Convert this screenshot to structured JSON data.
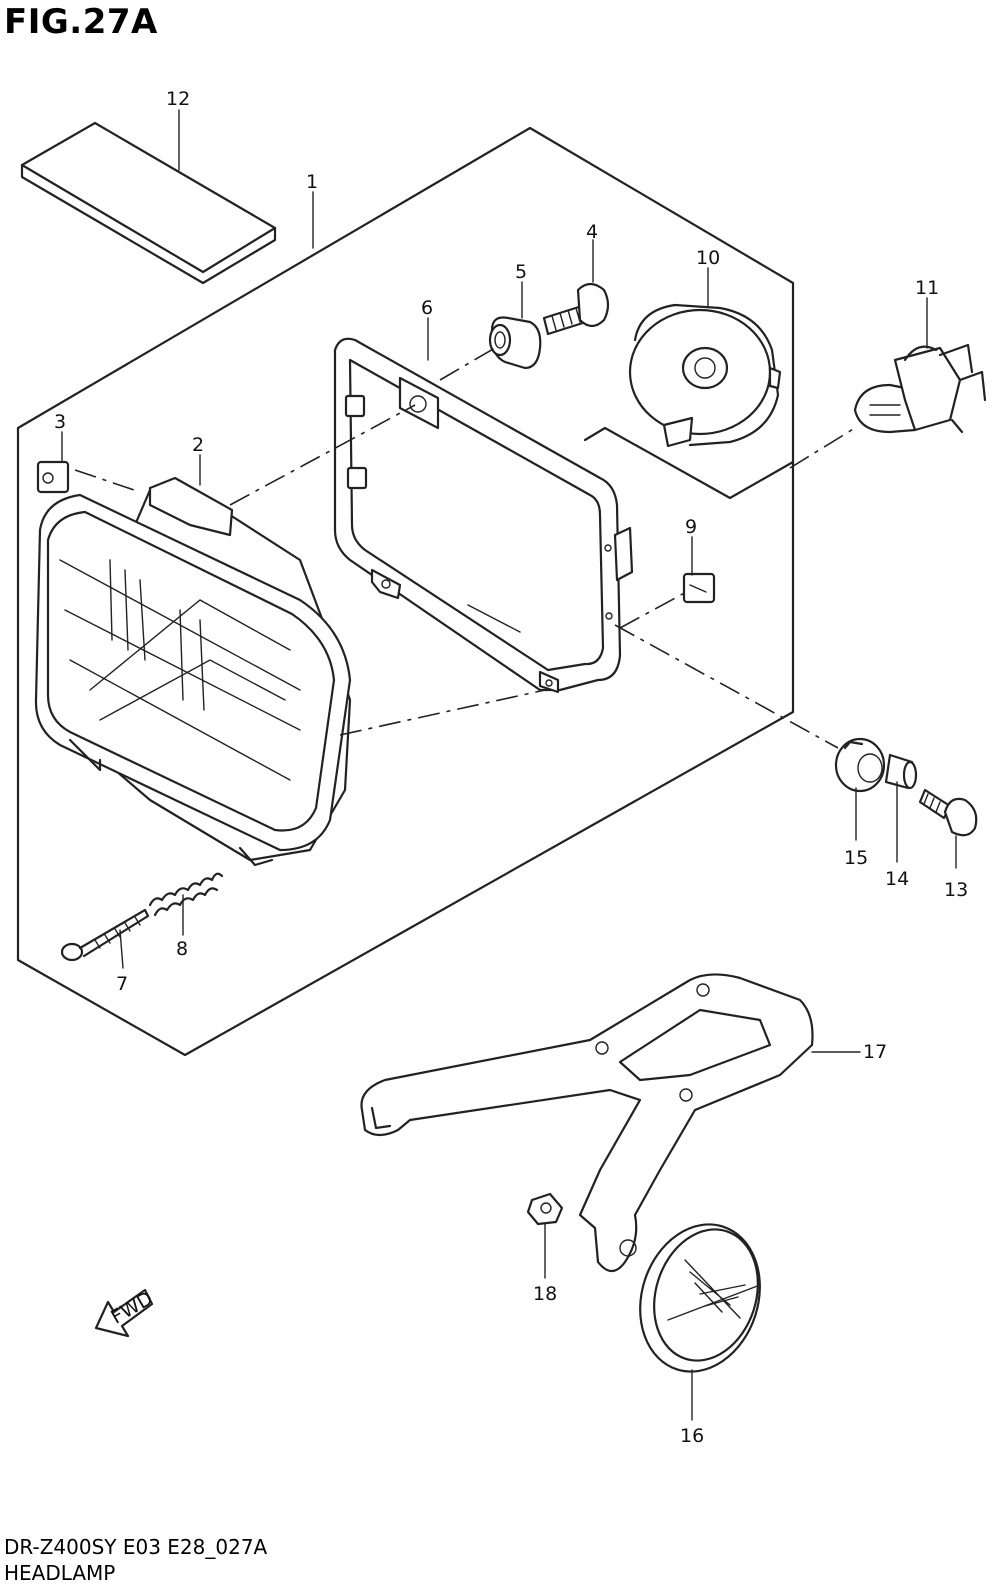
{
  "header": {
    "figure_label": "FIG.27A"
  },
  "footer": {
    "model_code": "DR-Z400SY E03 E28_027A",
    "section_name": "HEADLAMP"
  },
  "fwd_marker": {
    "label": "FWD"
  },
  "callouts": [
    {
      "id": "c1",
      "number": "1"
    },
    {
      "id": "c2",
      "number": "2"
    },
    {
      "id": "c3",
      "number": "3"
    },
    {
      "id": "c4",
      "number": "4"
    },
    {
      "id": "c5",
      "number": "5"
    },
    {
      "id": "c6",
      "number": "6"
    },
    {
      "id": "c7",
      "number": "7"
    },
    {
      "id": "c8",
      "number": "8"
    },
    {
      "id": "c9",
      "number": "9"
    },
    {
      "id": "c10",
      "number": "10"
    },
    {
      "id": "c11",
      "number": "11"
    },
    {
      "id": "c12",
      "number": "12"
    },
    {
      "id": "c13",
      "number": "13"
    },
    {
      "id": "c14",
      "number": "14"
    },
    {
      "id": "c15",
      "number": "15"
    },
    {
      "id": "c16",
      "number": "16"
    },
    {
      "id": "c17",
      "number": "17"
    },
    {
      "id": "c18",
      "number": "18"
    }
  ]
}
